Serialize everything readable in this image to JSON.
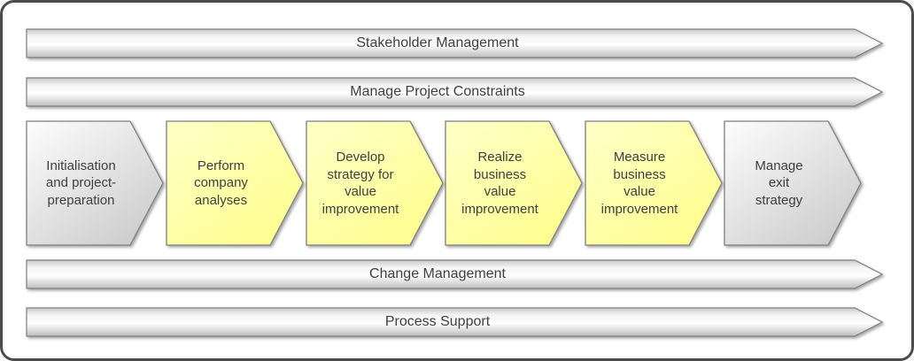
{
  "diagram": {
    "banners_top": [
      {
        "label": "Stakeholder Management"
      },
      {
        "label": "Manage Project Constraints"
      }
    ],
    "steps": [
      {
        "label": "Initialisation\nand project-\npreparation",
        "style": "gray"
      },
      {
        "label": "Perform\ncompany\nanalyses",
        "style": "yellow"
      },
      {
        "label": "Develop\nstrategy for\nvalue\nimprovement",
        "style": "yellow"
      },
      {
        "label": "Realize\nbusiness\nvalue\nimprovement",
        "style": "yellow"
      },
      {
        "label": "Measure\nbusiness\nvalue\nimprovement",
        "style": "yellow"
      },
      {
        "label": "Manage\nexit\nstrategy",
        "style": "gray"
      }
    ],
    "banners_bottom": [
      {
        "label": "Change Management"
      },
      {
        "label": "Process Support"
      }
    ],
    "colors": {
      "step_yellow": "#ffff99",
      "step_gray": "#e0e0e0",
      "banner_gray": "#d9d9d9",
      "shape_border": "#808080",
      "frame_border": "#4c4c4c",
      "text": "#3f3f3f"
    }
  }
}
